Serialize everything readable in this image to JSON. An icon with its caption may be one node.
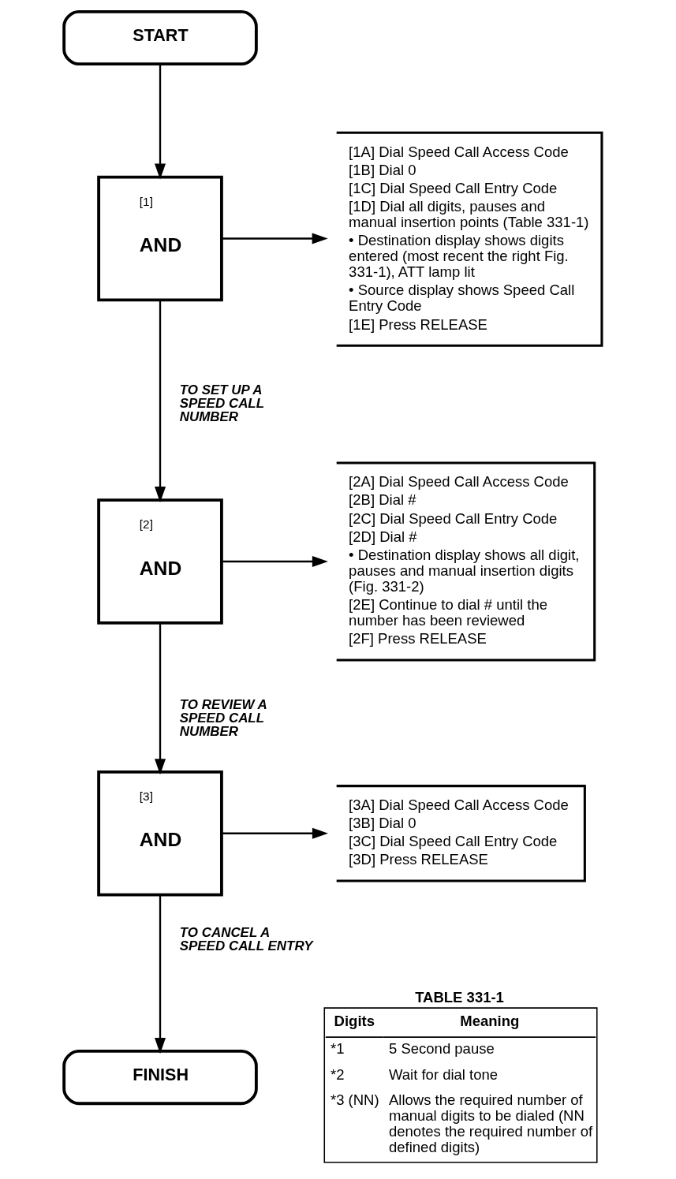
{
  "diagram": {
    "nodes": [
      {
        "text": [
          "START"
        ]
      },
      {
        "text": [
          "[1A] Dial Speed Call Access Code",
          "[1B] Dial 0",
          "[1C] Dial Speed Call Entry Code",
          "[1D] Dial all digits, pauses and manual insertion points (Table 331-1)",
          "• Destination display shows digits entered (most recent the right Fig. 331-1), ATT lamp lit",
          "• Source display shows Speed Call Entry Code",
          "[1E] Press RELEASE"
        ]
      },
      {
        "text": [
          "[1]",
          "AND"
        ]
      },
      {
        "text": [
          "[2A] Dial Speed Call Access Code",
          "[2B] Dial #",
          "[2C] Dial Speed Call Entry Code",
          "[2D] Dial #",
          "• Destination display shows all digit, pauses and manual insertion digits (Fig. 331-2)",
          "[2E] Continue to dial # until the number has been reviewed",
          "[2F] Press RELEASE"
        ]
      },
      {
        "text": [
          "[2]",
          "AND"
        ]
      },
      {
        "text": [
          "[3A] Dial Speed Call Access Code",
          "[3B] Dial 0",
          "[3C] Dial Speed Call Entry Code",
          "[3D] Press RELEASE"
        ]
      },
      {
        "text": [
          "[3]",
          "AND"
        ]
      },
      {
        "text": [
          "FINISH"
        ]
      }
    ],
    "edges": [
      {
        "from": 0,
        "to": 2,
        "arrow": "to"
      },
      {
        "from": 2,
        "to": 1,
        "arrow": "to"
      },
      {
        "from": 2,
        "to": 4,
        "arrow": "to",
        "label": "TO SET UP A SPEED CALL NUMBER"
      },
      {
        "from": 4,
        "to": 3,
        "arrow": "to"
      },
      {
        "from": 4,
        "to": 6,
        "arrow": "to",
        "label": "TO REVIEW A SPEED CALL NUMBER"
      },
      {
        "from": 6,
        "to": 5,
        "arrow": "to"
      },
      {
        "from": 6,
        "to": 7,
        "arrow": "to",
        "label": "TO CANCEL A SPEED CALL ENTRY"
      }
    ],
    "labels": [
      "TABLE 331-1",
      "Digits",
      "Meaning",
      "*1",
      "5 Second pause",
      "*2",
      "Wait for dial tone",
      "*3 (NN)",
      "Allows the required number of manual digits to be dialed (NN denotes the required number of defined digits)"
    ]
  }
}
